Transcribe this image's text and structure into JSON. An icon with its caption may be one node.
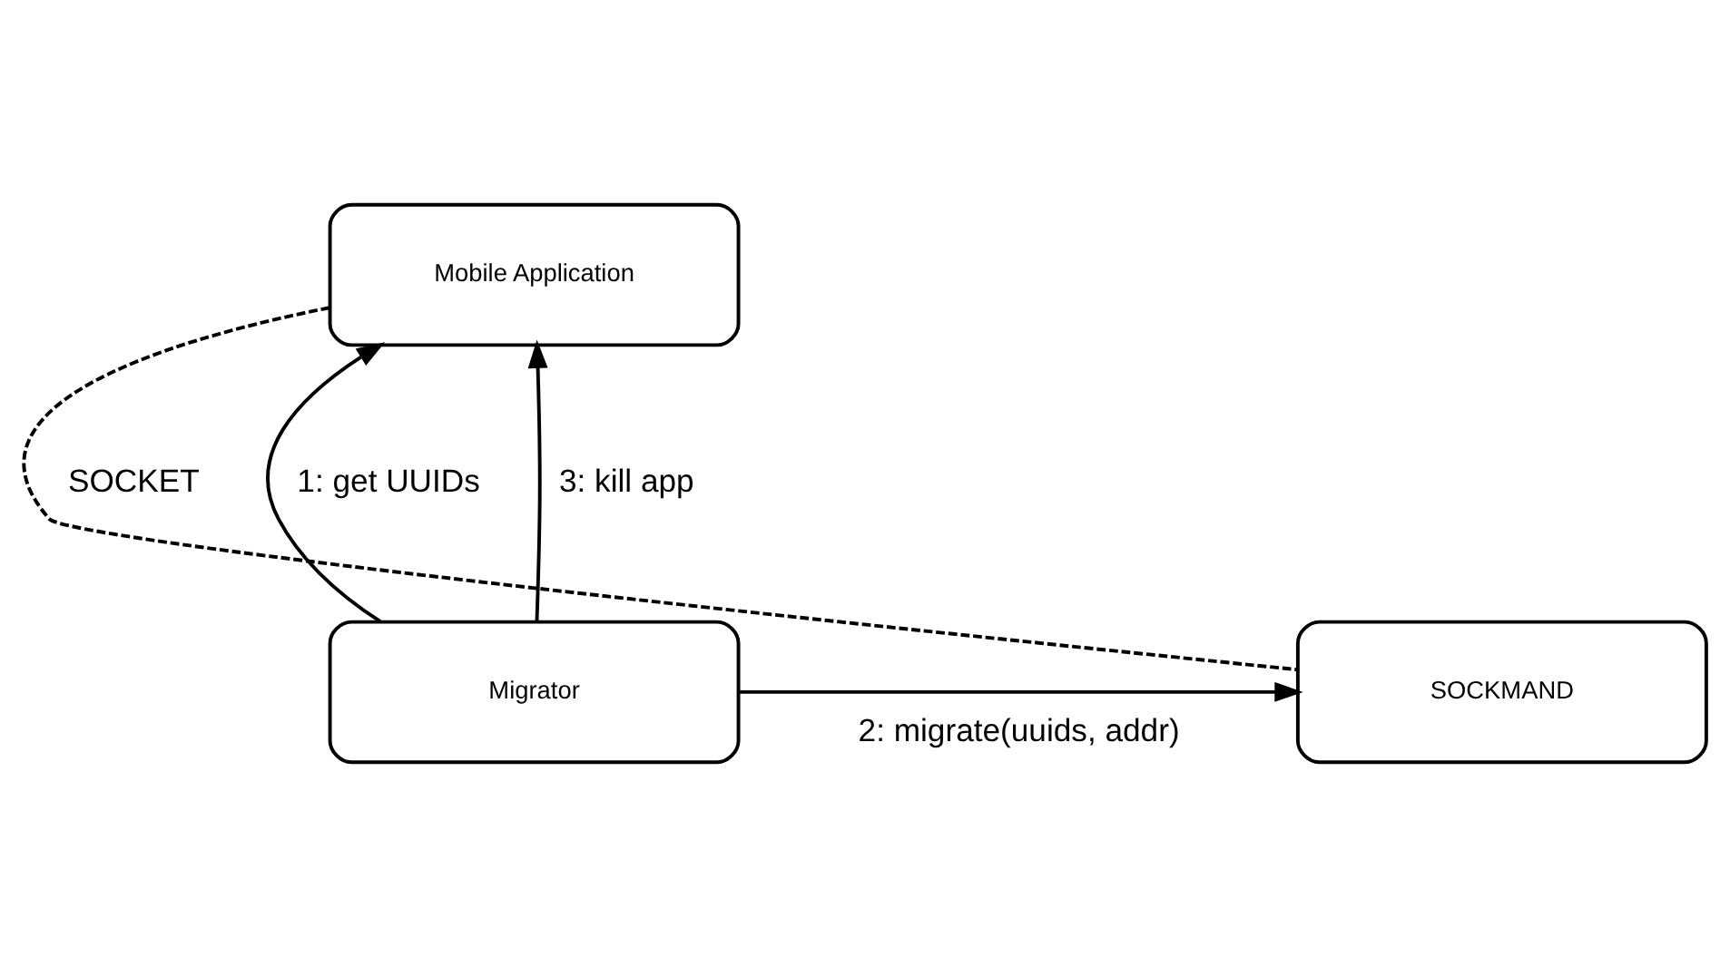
{
  "diagram": {
    "nodes": [
      {
        "text": [
          "Mobile Application"
        ]
      },
      {
        "text": [
          "Migrator"
        ]
      },
      {
        "text": [
          "SOCKMAND"
        ]
      }
    ],
    "edges": [
      {
        "from": 1,
        "to": 0,
        "arrow": "to",
        "label": "1: get UUIDs"
      },
      {
        "from": 1,
        "to": 2,
        "arrow": "to",
        "label": "2: migrate(uuids, addr)"
      },
      {
        "from": 1,
        "to": 0,
        "arrow": "to",
        "label": "3: kill app"
      },
      {
        "from": 0,
        "to": 2,
        "arrow": "none",
        "label": "SOCKET",
        "style": "dashed"
      }
    ]
  }
}
